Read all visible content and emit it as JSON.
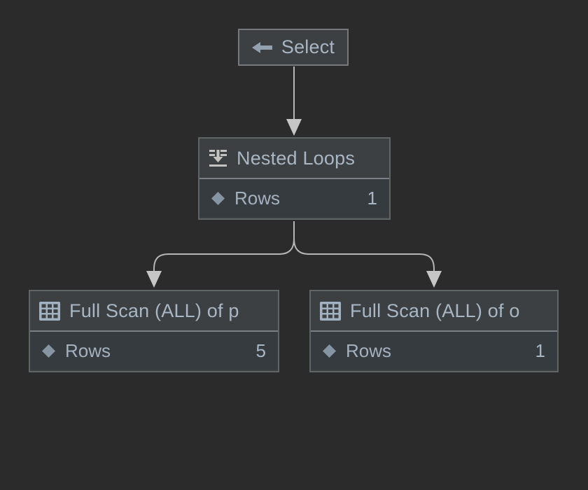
{
  "view": "query-execution-plan-diagram",
  "nodes": {
    "select": {
      "title": "Select",
      "icon": "arrow-left-icon"
    },
    "nested_loops": {
      "title": "Nested Loops",
      "icon": "nested-loops-icon",
      "rows_label": "Rows",
      "rows_value": "1"
    },
    "full_scan_p": {
      "title": "Full Scan (ALL) of p",
      "icon": "table-icon",
      "rows_label": "Rows",
      "rows_value": "5"
    },
    "full_scan_o": {
      "title": "Full Scan (ALL) of o",
      "icon": "table-icon",
      "rows_label": "Rows",
      "rows_value": "1"
    }
  },
  "edges": [
    {
      "from": "select",
      "to": "nested_loops"
    },
    {
      "from": "nested_loops",
      "to": "full_scan_p"
    },
    {
      "from": "nested_loops",
      "to": "full_scan_o"
    }
  ],
  "colors": {
    "background": "#2b2b2b",
    "node_header_bg": "#3c4043",
    "node_body_bg": "#363b3f",
    "node_border": "#5f6467",
    "select_node_border": "#75797c",
    "divider": "#7a8085",
    "title_text": "#a9b6c3",
    "label_text": "#a4b1be",
    "connector_line": "#b6b6b6",
    "arrowhead": "#c6c6c6",
    "table_icon": "#a2b2c1",
    "diamond_icon": "#8695a3",
    "nested_loops_icon": "#c4c3bf",
    "arrow_left_icon": "#93a1ae"
  }
}
